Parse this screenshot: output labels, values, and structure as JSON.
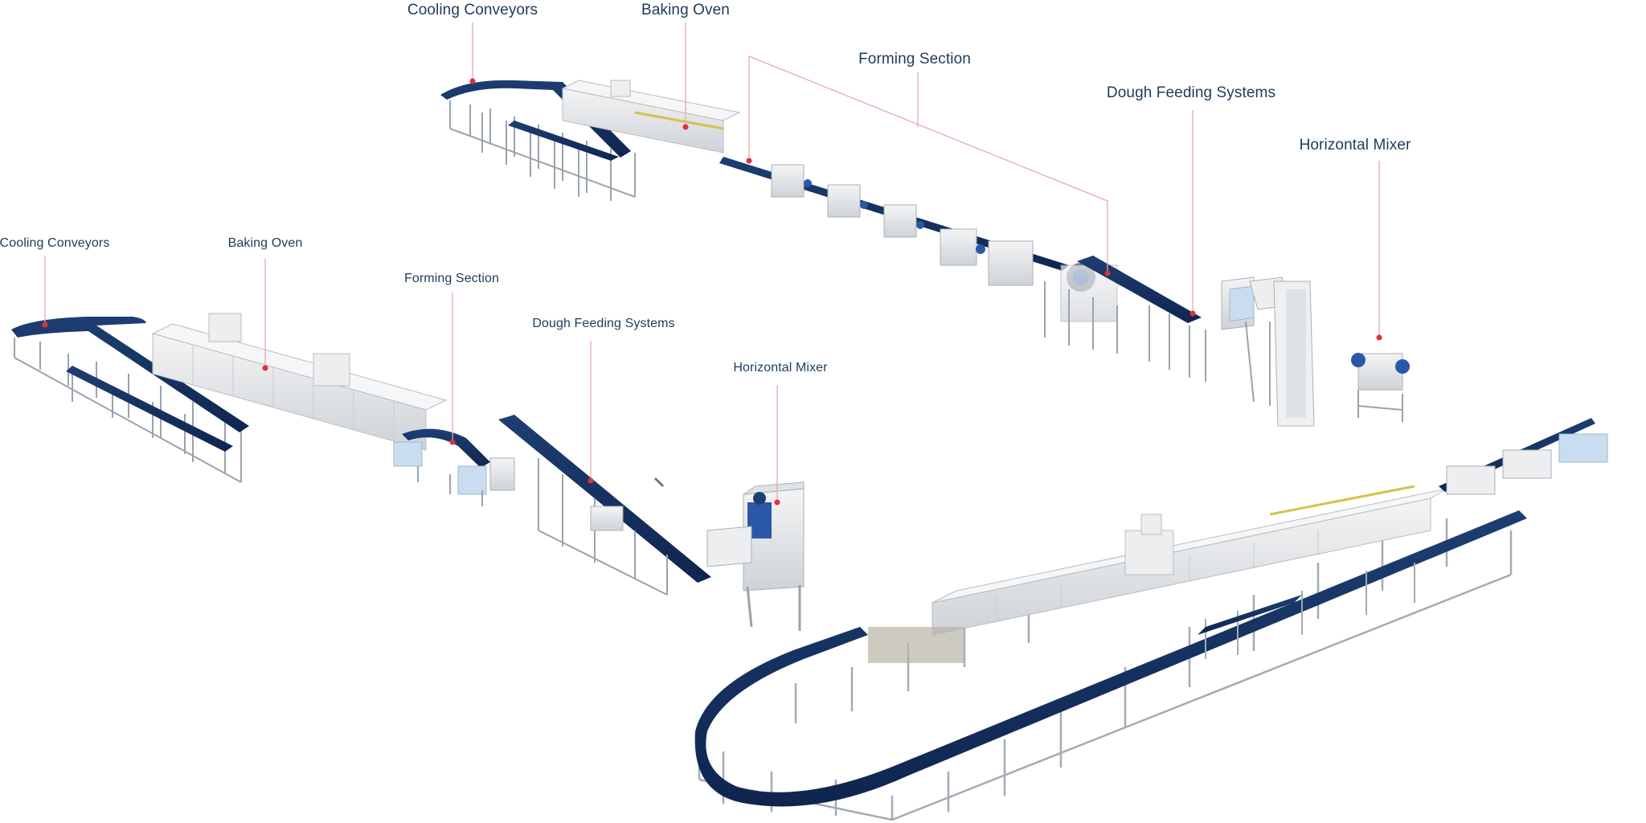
{
  "colors": {
    "label_text": "#1f3a5c",
    "leader_line": "#e6a9ae",
    "marker_dot": "#e0303a",
    "conveyor_belt": "#14305e",
    "steel_frame": "#9aa3ab",
    "machine_body": "#e9ebed",
    "motor": "#2a57a8"
  },
  "top_line": {
    "cooling_conveyors": "Cooling Conveyors",
    "baking_oven": "Baking Oven",
    "forming_section": "Forming Section",
    "dough_feeding_systems": "Dough Feeding Systems",
    "horizontal_mixer": "Horizontal Mixer"
  },
  "middle_line": {
    "cooling_conveyors": "Cooling Conveyors",
    "baking_oven": "Baking Oven",
    "forming_section": "Forming Section",
    "dough_feeding_systems": "Dough Feeding Systems",
    "horizontal_mixer": "Horizontal Mixer"
  }
}
